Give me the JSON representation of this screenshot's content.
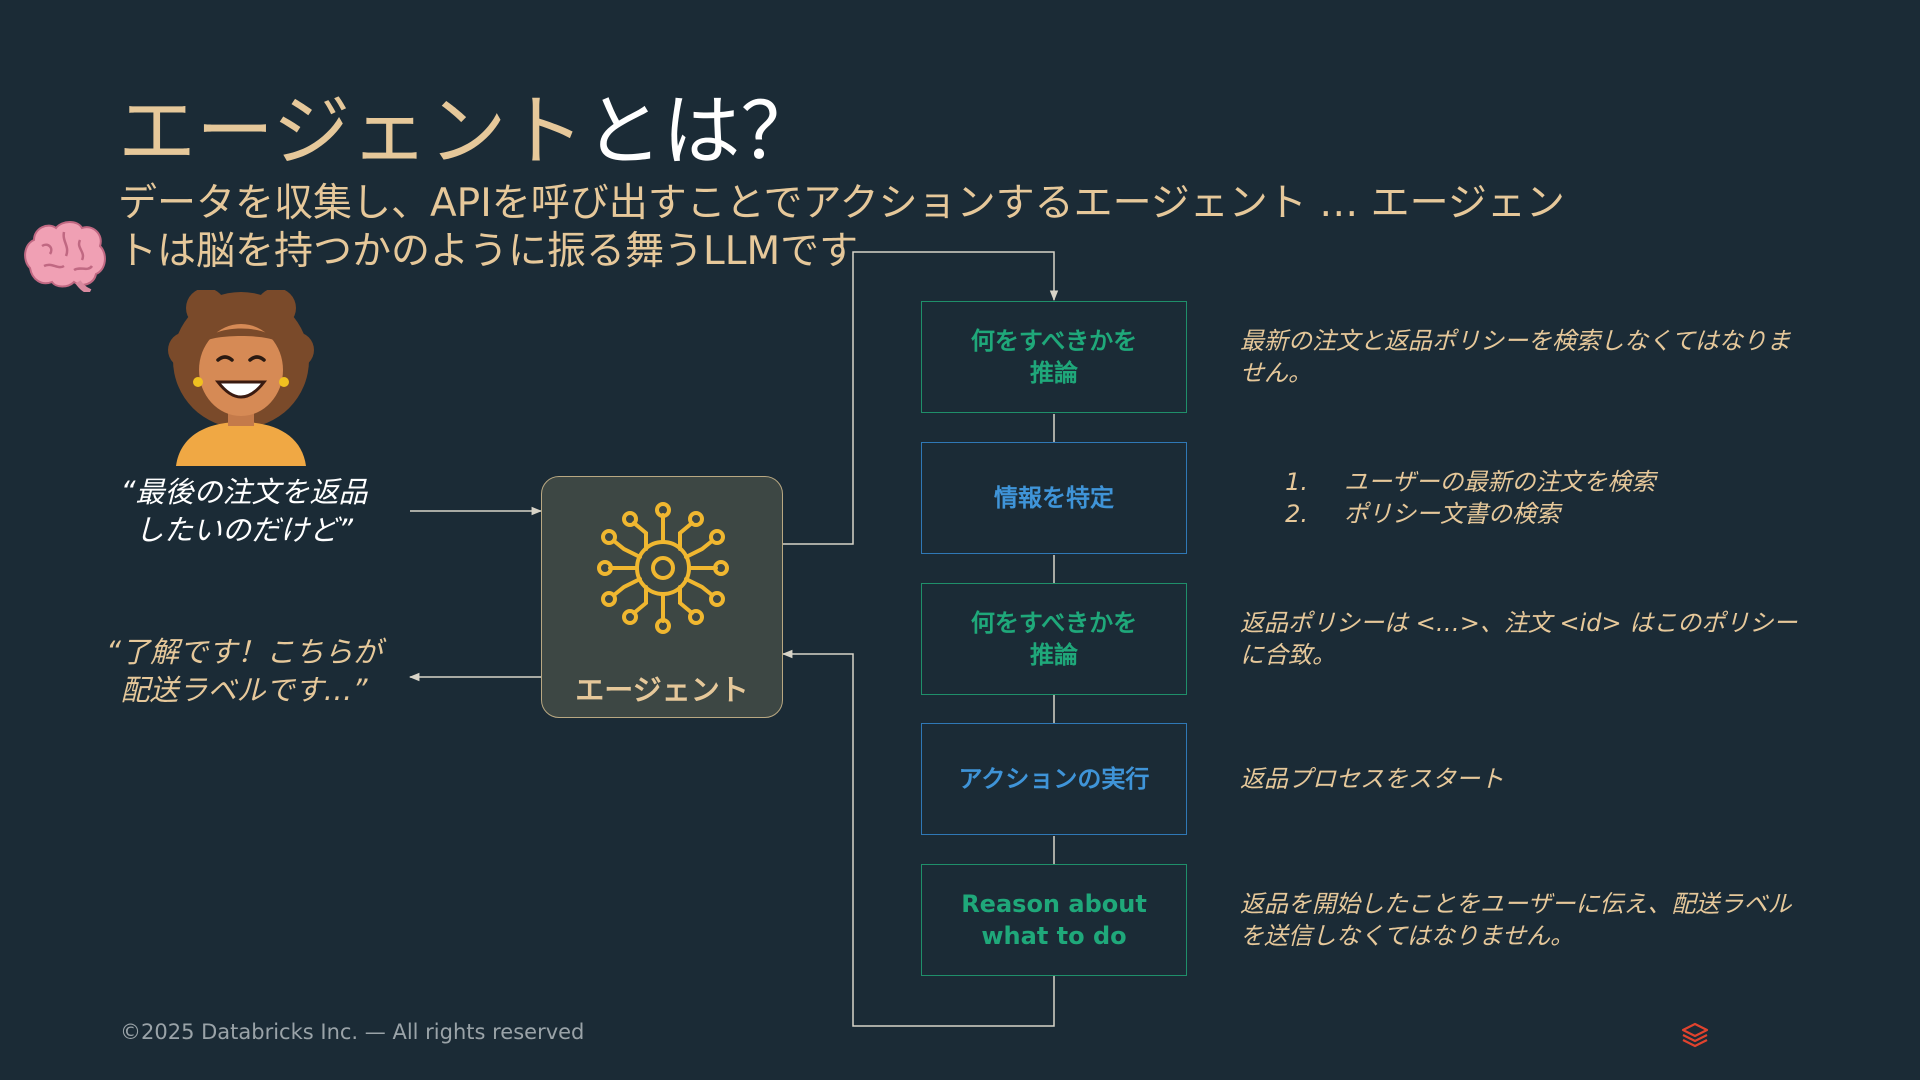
{
  "title": {
    "part1": "エージェント",
    "part2": "とは？"
  },
  "subtitle": "データを収集し、APIを呼び出すことでアクションするエージェント … エージェントは脳を持つかのように振る舞うLLMです",
  "user_quote": "“最後の注文を返品\nしたいのだけど”",
  "agent_quote": "“了解です！こちらが\n配送ラベルです…”",
  "agent": {
    "label": "エージェント"
  },
  "steps": [
    {
      "label": "何をすべきかを\n推論",
      "kind": "reason",
      "description": "最新の注文と返品ポリシーを検索しなくてはなりません。"
    },
    {
      "label": "情報を特定",
      "kind": "action",
      "items": [
        "ユーザーの最新の注文を検索",
        "ポリシー文書の検索"
      ]
    },
    {
      "label": "何をすべきかを\n推論",
      "kind": "reason",
      "description": "返品ポリシーは <…>、注文 <id> はこのポリシーに合致。"
    },
    {
      "label": "アクションの実行",
      "kind": "action",
      "description": "返品プロセスをスタート"
    },
    {
      "label": "Reason about\nwhat to do",
      "kind": "reason",
      "description": "返品を開始したことをユーザーに伝え、配送ラベルを送信しなくてはなりません。"
    }
  ],
  "list_numbers": [
    "1.",
    "2."
  ],
  "footer": "©2025 Databricks Inc. — All rights reserved",
  "colors": {
    "background": "#1b2b36",
    "accent": "#e6c89a",
    "reason": "#1fa87a",
    "action": "#3f94d8",
    "logo": "#e0432e"
  },
  "icons": [
    "brain-icon",
    "woman-avatar-icon",
    "neural-network-icon",
    "databricks-logo-icon"
  ]
}
